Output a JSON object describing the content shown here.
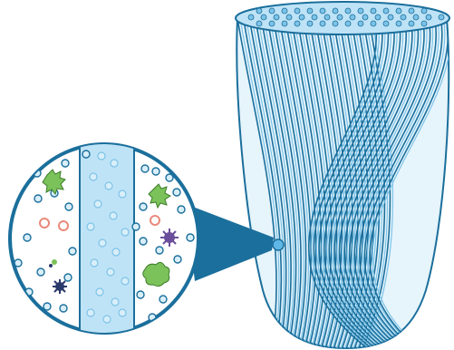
{
  "diagram": {
    "subject": "hollow-fiber-bundle",
    "colors": {
      "outline": "#1b6f9c",
      "fiber_light": "#cfe9f7",
      "fiber_mid": "#7cc3e8",
      "lumen": "#bfe3f6",
      "particle_fill": "#d8eef9",
      "red_particle": "#e9897a",
      "green_particle": "#7cc25a",
      "purple_particle": "#6b4e9b",
      "navy_particle": "#2b3a6b",
      "background": "#ffffff"
    },
    "icons": [
      "magnifier-circle",
      "fiber-lumen",
      "bacteria",
      "virus",
      "cell",
      "pointer"
    ]
  }
}
